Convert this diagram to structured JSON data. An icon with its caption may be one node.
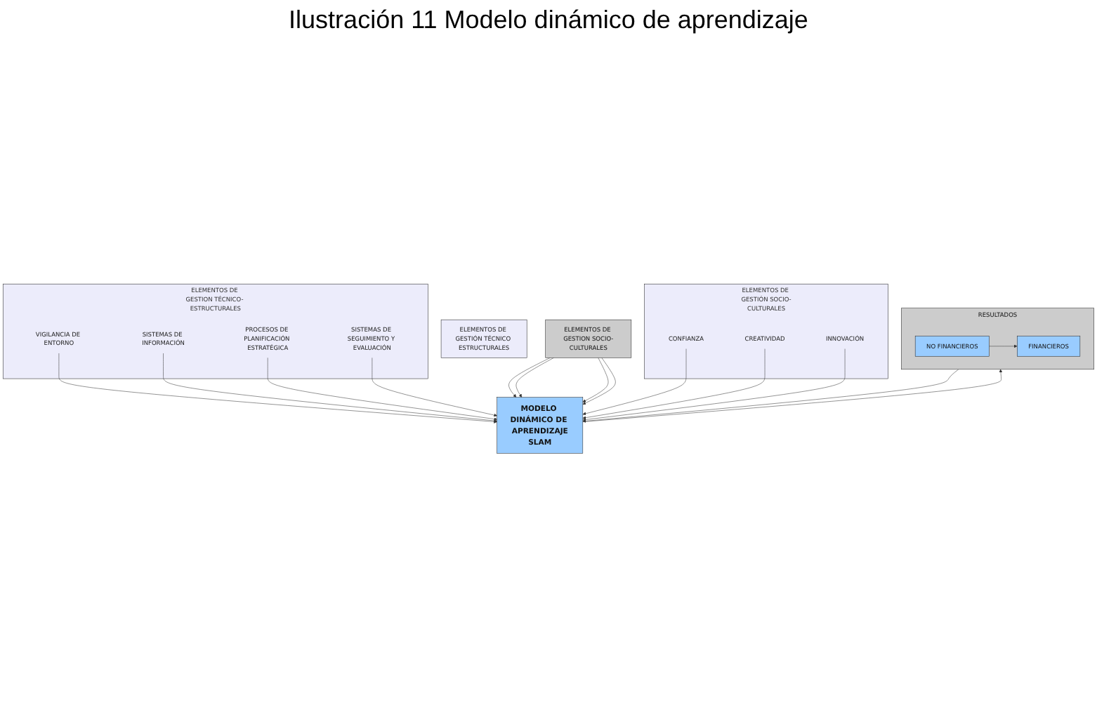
{
  "diagram": {
    "title": "Ilustración 11 Modelo dinámico de aprendizaje",
    "nodes": [
      {
        "text": [
          "ELEMENTOS DE GESTION TÉCNICO- ESTRUCTURALES"
        ]
      },
      {
        "text": [
          "VIGILANCIA DE ENTORNO"
        ],
        "in": 0
      },
      {
        "text": [
          "SISTEMAS DE INFORMACIÓN"
        ],
        "in": 0
      },
      {
        "text": [
          "PROCESOS DE PLANIFICACIÓN ESTRATÉGICA"
        ],
        "in": 0
      },
      {
        "text": [
          "SISTEMAS DE SEGUIMIENTO Y EVALUACIÓN"
        ],
        "in": 0
      },
      {
        "text": [
          "ELEMENTOS DE GESTIÓN TÉCNICO ESTRUCTURALES"
        ]
      },
      {
        "text": [
          "ELEMENTOS DE GESTION SOCIO-CULTURALES"
        ]
      },
      {
        "text": [
          "MODELO DINÁMICO DE APRENDIZAJE",
          "SLAM"
        ]
      },
      {
        "text": [
          "RESULTADOS"
        ]
      },
      {
        "text": [
          "NO FINANCIEROS"
        ],
        "in": 8
      },
      {
        "text": [
          "FINANCIEROS"
        ],
        "in": 8
      },
      {
        "text": [
          "ELEMENTOS DE GESTIÓN SOCIO-CULTURALES"
        ]
      },
      {
        "text": [
          "CONFIANZA"
        ],
        "in": 11
      },
      {
        "text": [
          "CREATIVIDAD"
        ],
        "in": 11
      },
      {
        "text": [
          "INNOVACIÓN"
        ],
        "in": 11
      }
    ],
    "edges": [
      {
        "from": 1,
        "to": 7,
        "arrow": "to"
      },
      {
        "from": 2,
        "to": 7,
        "arrow": "to"
      },
      {
        "from": 3,
        "to": 7,
        "arrow": "to"
      },
      {
        "from": 4,
        "to": 7,
        "arrow": "to"
      },
      {
        "from": 6,
        "to": 7,
        "arrow": "to"
      },
      {
        "from": 6,
        "to": 7,
        "arrow": "to"
      },
      {
        "from": 6,
        "to": 7,
        "arrow": "to"
      },
      {
        "from": 6,
        "to": 7,
        "arrow": "to"
      },
      {
        "from": 7,
        "to": 8,
        "arrow": "to"
      },
      {
        "from": 8,
        "to": 7,
        "arrow": "to"
      },
      {
        "from": 9,
        "to": 10,
        "arrow": "to"
      },
      {
        "from": 12,
        "to": 7,
        "arrow": "to"
      },
      {
        "from": 13,
        "to": 7,
        "arrow": "to"
      },
      {
        "from": 14,
        "to": 7,
        "arrow": "to"
      }
    ]
  }
}
